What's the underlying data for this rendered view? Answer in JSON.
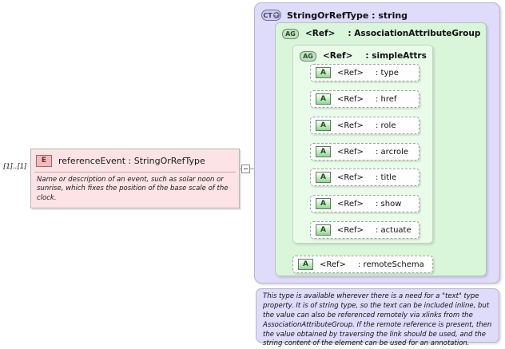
{
  "element": {
    "icon": "E",
    "title": "referenceEvent : StringOrRefType",
    "description": "Name or description of an event, such as solar noon or sunrise, which fixes the position of the base scale of the clock.",
    "cardinality": "[1]..[1]"
  },
  "type_panel": {
    "icon": "CT",
    "icon_plus": "+",
    "title": "StringOrRefType : string"
  },
  "attribute_group_outer": {
    "icon": "AG",
    "ref": "<Ref>",
    "name": ": AssociationAttributeGroup"
  },
  "attribute_group_inner": {
    "icon": "AG",
    "ref": "<Ref>",
    "name": ": simpleAttrs"
  },
  "attributes": [
    {
      "icon": "A",
      "ref": "<Ref>",
      "name": ": type"
    },
    {
      "icon": "A",
      "ref": "<Ref>",
      "name": ": href"
    },
    {
      "icon": "A",
      "ref": "<Ref>",
      "name": ": role"
    },
    {
      "icon": "A",
      "ref": "<Ref>",
      "name": ": arcrole"
    },
    {
      "icon": "A",
      "ref": "<Ref>",
      "name": ": title"
    },
    {
      "icon": "A",
      "ref": "<Ref>",
      "name": ": show"
    },
    {
      "icon": "A",
      "ref": "<Ref>",
      "name": ": actuate"
    }
  ],
  "remote_schema": {
    "icon": "A",
    "ref": "<Ref>",
    "name": ": remoteSchema"
  },
  "annotation": {
    "text": "This type is available wherever there is a need for a \"text\" type property. It is of string type, so the text can be included inline, but the value can also be referenced remotely via xlinks from the AssociationAttributeGroup. If the remote reference is present, then the value obtained by traversing the link should be used, and the string content of the element can be used for an annotation."
  },
  "colors": {
    "element_bg": "#fde3e3",
    "type_bg": "#dedbfb",
    "group_bg": "#d9f5da",
    "inner_group_bg": "#e9fbe9",
    "attr_bg": "#fdfefd"
  }
}
